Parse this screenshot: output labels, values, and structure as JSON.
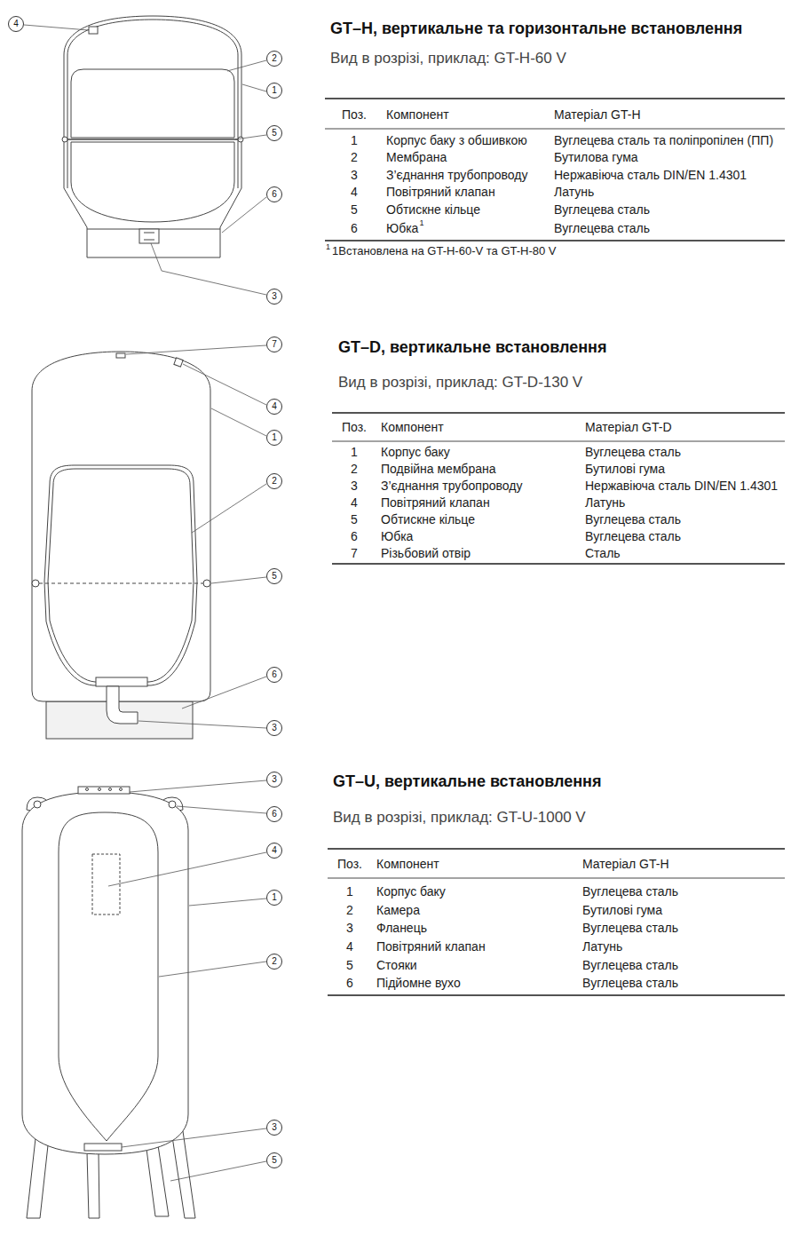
{
  "diagram": {
    "nodes": [
      {
        "text": [
          "4"
        ]
      },
      {
        "text": [
          "2"
        ]
      },
      {
        "text": [
          "1"
        ]
      },
      {
        "text": [
          "5"
        ]
      },
      {
        "text": [
          "6"
        ]
      },
      {
        "text": [
          "3"
        ]
      },
      {
        "text": [
          "7"
        ]
      },
      {
        "text": [
          "4"
        ]
      },
      {
        "text": [
          "1"
        ]
      },
      {
        "text": [
          "2"
        ]
      },
      {
        "text": [
          "5"
        ]
      },
      {
        "text": [
          "6"
        ]
      },
      {
        "text": [
          "3"
        ]
      },
      {
        "text": [
          "3"
        ]
      },
      {
        "text": [
          "6"
        ]
      },
      {
        "text": [
          "4"
        ]
      },
      {
        "text": [
          "1"
        ]
      },
      {
        "text": [
          "2"
        ]
      },
      {
        "text": [
          "3"
        ]
      },
      {
        "text": [
          "5"
        ]
      }
    ],
    "labels": [
      "GT–H, вертикальне та горизонтальне встановлення",
      "Вид в розрізі, приклад: GT-H-60 V",
      "Поз.",
      "Компонент",
      "Матеріал GT-H",
      "1",
      "Корпус баку з обшивкою",
      "Вуглецева сталь та поліпропілен (ПП)",
      "2",
      "Мембрана",
      "Бутилова гума",
      "3",
      "З’єднання трубопроводу",
      "Нержавіюча сталь DIN/EN 1.4301",
      "4",
      "Повітряний клапан",
      "Латунь",
      "5",
      "Обтискне кільце",
      "Вуглецева сталь",
      "6",
      "Юбка",
      "Вуглецева сталь",
      "1",
      "1",
      "1Встановлена на GT-H-60-V та GT-H-80 V",
      "GT–D, вертикальне встановлення",
      "Вид в розрізі, приклад: GT-D-130 V",
      "Поз.",
      "Компонент",
      "Матеріал GT-D",
      "1",
      "Корпус баку",
      "Вуглецева сталь",
      "2",
      "Подвійна мембрана",
      "Бутилові гума",
      "3",
      "З’єднання трубопроводу",
      "Нержавіюча сталь DIN/EN 1.4301",
      "4",
      "Повітряний клапан",
      "Латунь",
      "5",
      "Обтискне кільце",
      "Вуглецева сталь",
      "6",
      "Юбка",
      "Вуглецева сталь",
      "7",
      "Різьбовий отвір",
      "Сталь",
      "GT–U, вертикальне встановлення",
      "Вид в розрізі, приклад: GT-U-1000 V",
      "Поз.",
      "Компонент",
      "Матеріал GT-H",
      "1",
      "Корпус баку",
      "Вуглецева сталь",
      "2",
      "Камера",
      "Бутилові гума",
      "3",
      "Фланець",
      "Вуглецева сталь",
      "4",
      "Повітряний клапан",
      "Латунь",
      "5",
      "Стояки",
      "Вуглецева сталь",
      "6",
      "Підйомне вухо",
      "Вуглецева сталь"
    ]
  }
}
